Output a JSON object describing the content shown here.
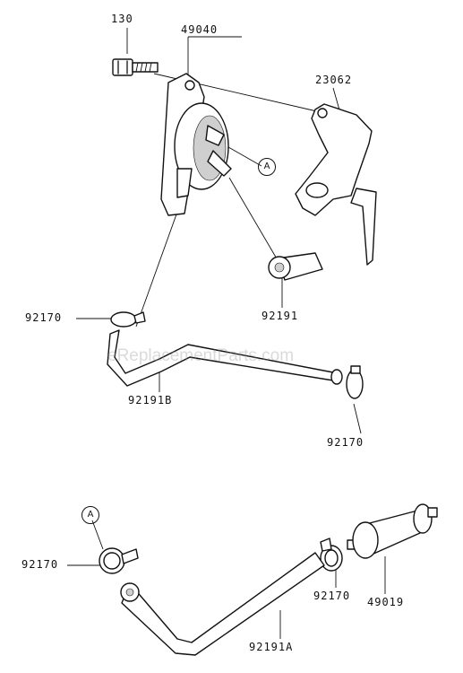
{
  "diagram": {
    "labels": {
      "bolt": "130",
      "fuel_pump": "49040",
      "bracket": "23062",
      "short_hose": "92191",
      "clamp_upper_left": "92170",
      "long_hose": "92191B",
      "clamp_upper_right": "92170",
      "clamp_lower_left": "92170",
      "clamp_lower_right": "92170",
      "fuel_filter": "49019",
      "lower_hose": "92191A"
    },
    "callouts": {
      "upper": "A",
      "lower": "A"
    },
    "watermark": "eReplacementParts.com"
  }
}
